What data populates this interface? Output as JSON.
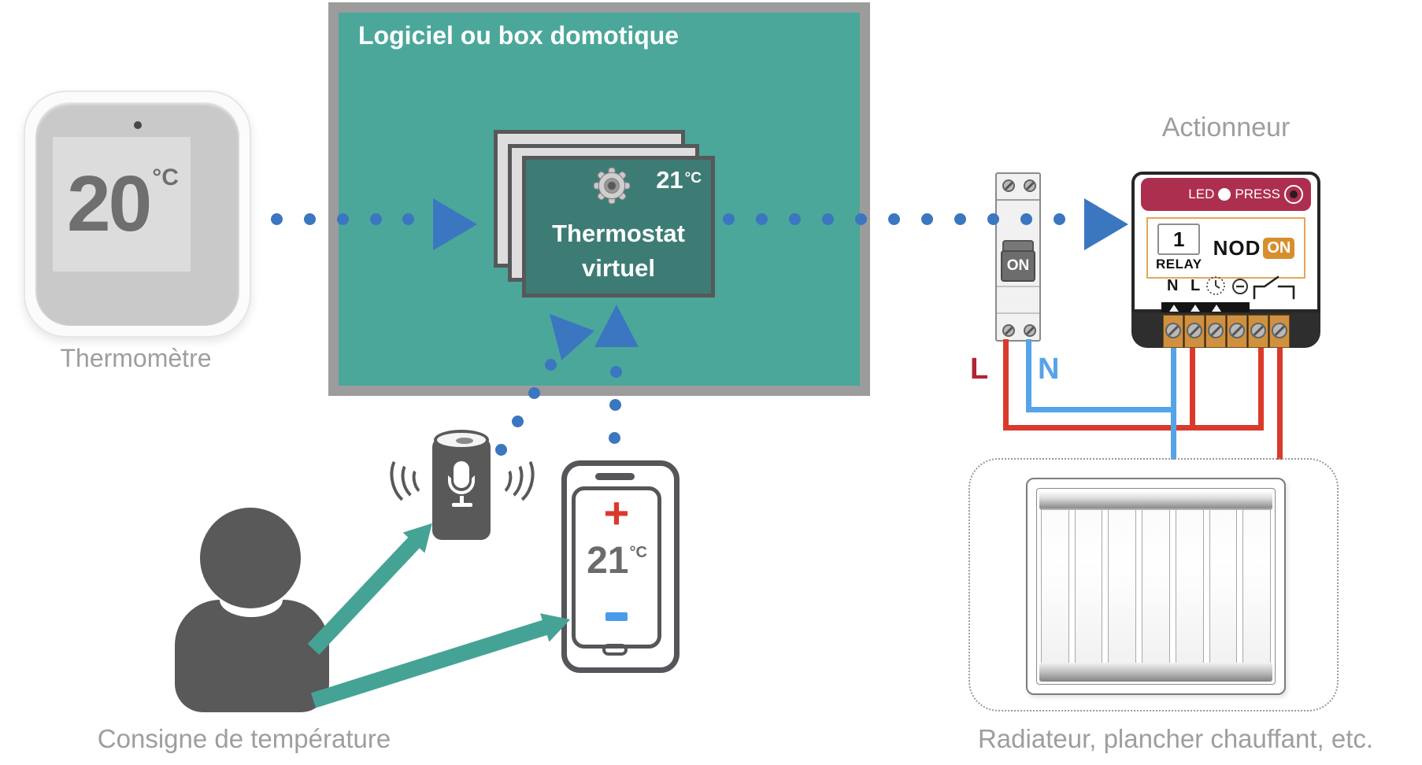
{
  "colors": {
    "box-teal": "#4BA79A",
    "card-teal": "#3D7C74",
    "blue": "#3B76C0",
    "teal-arrow": "#45A396",
    "wire-red": "#D93A2B",
    "wire-blue": "#55A3E8",
    "l-red": "#B02433",
    "band-red": "#AD2F4F",
    "orange": "#D78F2E",
    "orange-border": "#E3A75C",
    "terminal-orange": "#CF9140",
    "gray-label": "#9E9E9E",
    "dark-gray": "#595959",
    "phone-gray": "#55565A",
    "screen-text": "#6B6B6B",
    "plus-red": "#D93A2B",
    "minus-blue": "#4A9CE8"
  },
  "thermometer": {
    "temperature": "20",
    "unit": "°C",
    "label": "Thermomètre"
  },
  "domotic_box": {
    "title": "Logiciel ou box domotique"
  },
  "virtual_thermostat": {
    "temperature": "21",
    "unit": "°C",
    "title_line1": "Thermostat",
    "title_line2": "virtuel"
  },
  "breaker": {
    "switch_label": "ON"
  },
  "actuator": {
    "label": "Actionneur",
    "led_label": "LED",
    "press_label": "PRESS",
    "relay_number": "1",
    "relay_label": "RELAY",
    "brand_nod": "NOD",
    "brand_on": "ON",
    "terminal_n": "N",
    "terminal_l": "L"
  },
  "wiring": {
    "live_label": "L",
    "neutral_label": "N"
  },
  "radiator": {
    "label": "Radiateur, plancher chauffant, etc."
  },
  "setpoint": {
    "label": "Consigne de température",
    "phone_plus": "+",
    "phone_temperature": "21",
    "phone_unit": "°C"
  }
}
